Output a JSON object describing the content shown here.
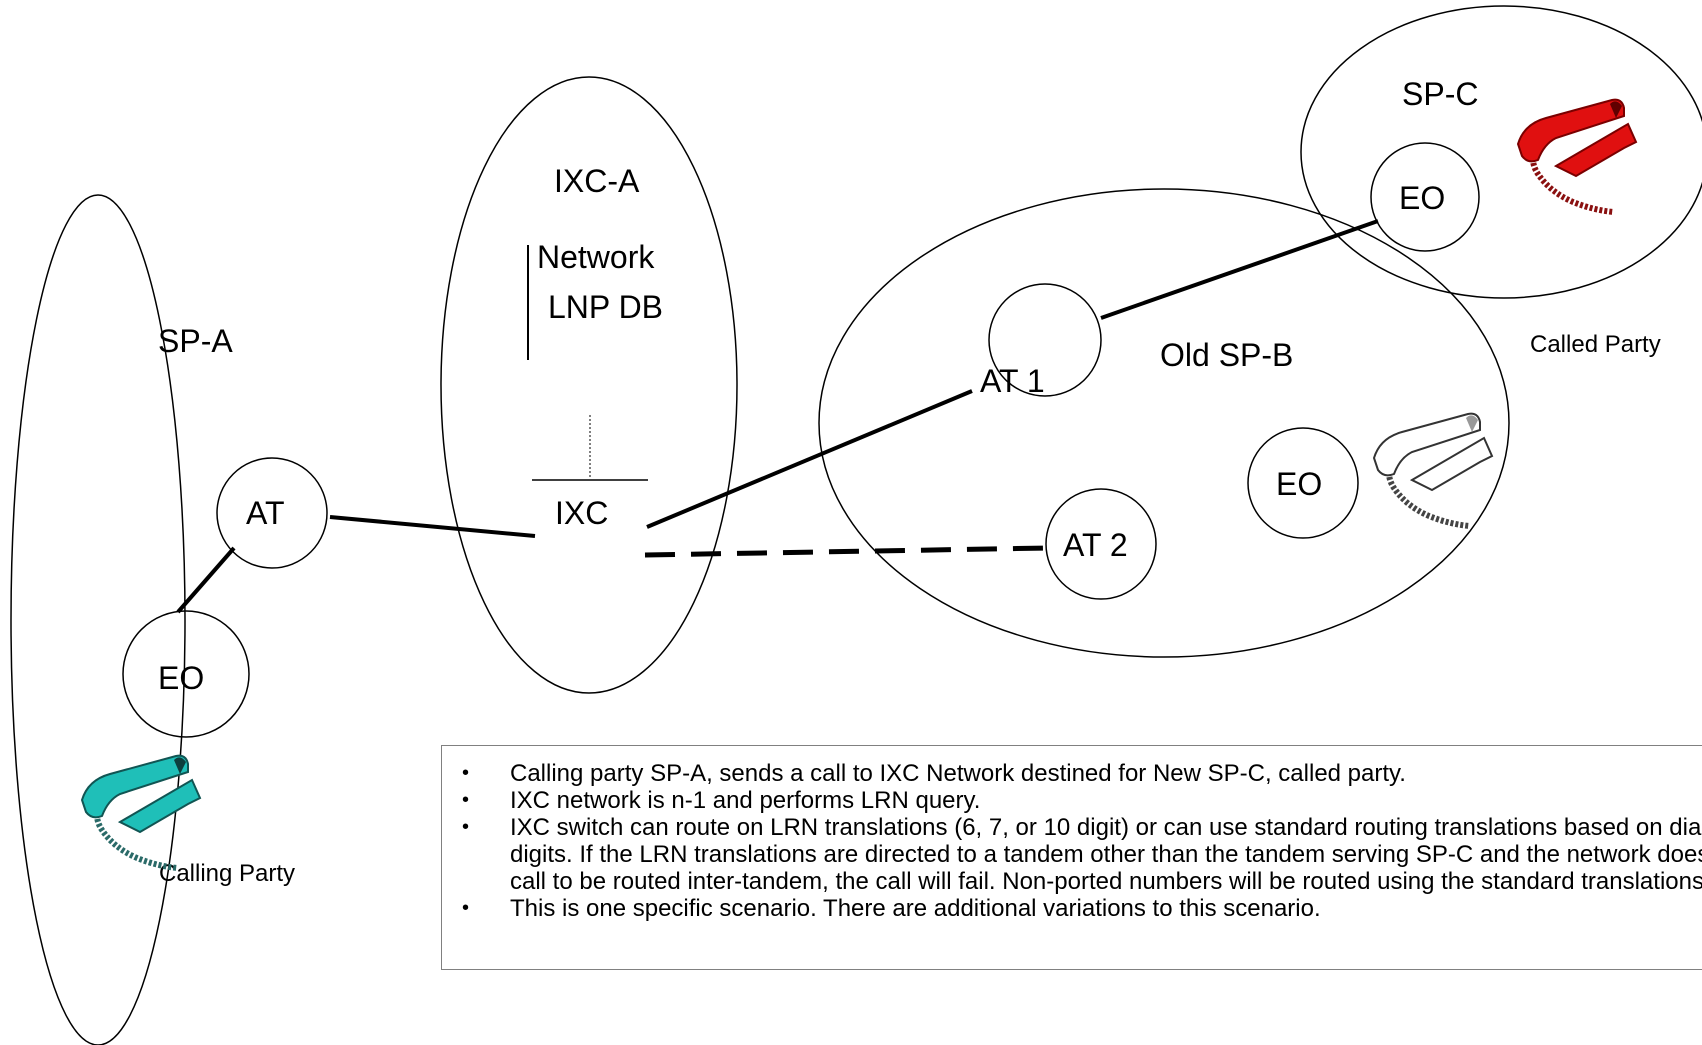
{
  "regions": {
    "sp_a": "SP-A",
    "ixc_a": "IXC-A",
    "old_sp_b": "Old SP-B",
    "sp_c": "SP-C"
  },
  "ixc_db": {
    "line1": "Network",
    "line2": "LNP DB"
  },
  "nodes": {
    "sp_a_at": "AT",
    "sp_a_eo": "EO",
    "ixc": "IXC",
    "at1": "AT 1",
    "at2": "AT 2",
    "sp_b_eo": "EO",
    "sp_c_eo": "EO"
  },
  "parties": {
    "calling": "Calling Party",
    "called": "Called Party"
  },
  "phone_colors": {
    "calling": "#1fbfb8",
    "called": "#e01010",
    "old_sp_b": "#ffffff"
  },
  "notes": [
    "Calling party SP-A, sends a call to IXC Network destined for New SP-C, called party.",
    "IXC network is n-1 and performs LRN query.",
    "IXC switch can route on LRN translations (6, 7, or 10 digit) or can use standard routing translations based on dialed",
    "digits. If the LRN translations are directed to a tandem other than the tandem serving SP-C and the network does not allow a",
    "call to be routed inter-tandem, the call will fail.  Non-ported numbers will be routed using the standard translations.",
    "This is one specific scenario.  There are additional variations to this scenario."
  ]
}
